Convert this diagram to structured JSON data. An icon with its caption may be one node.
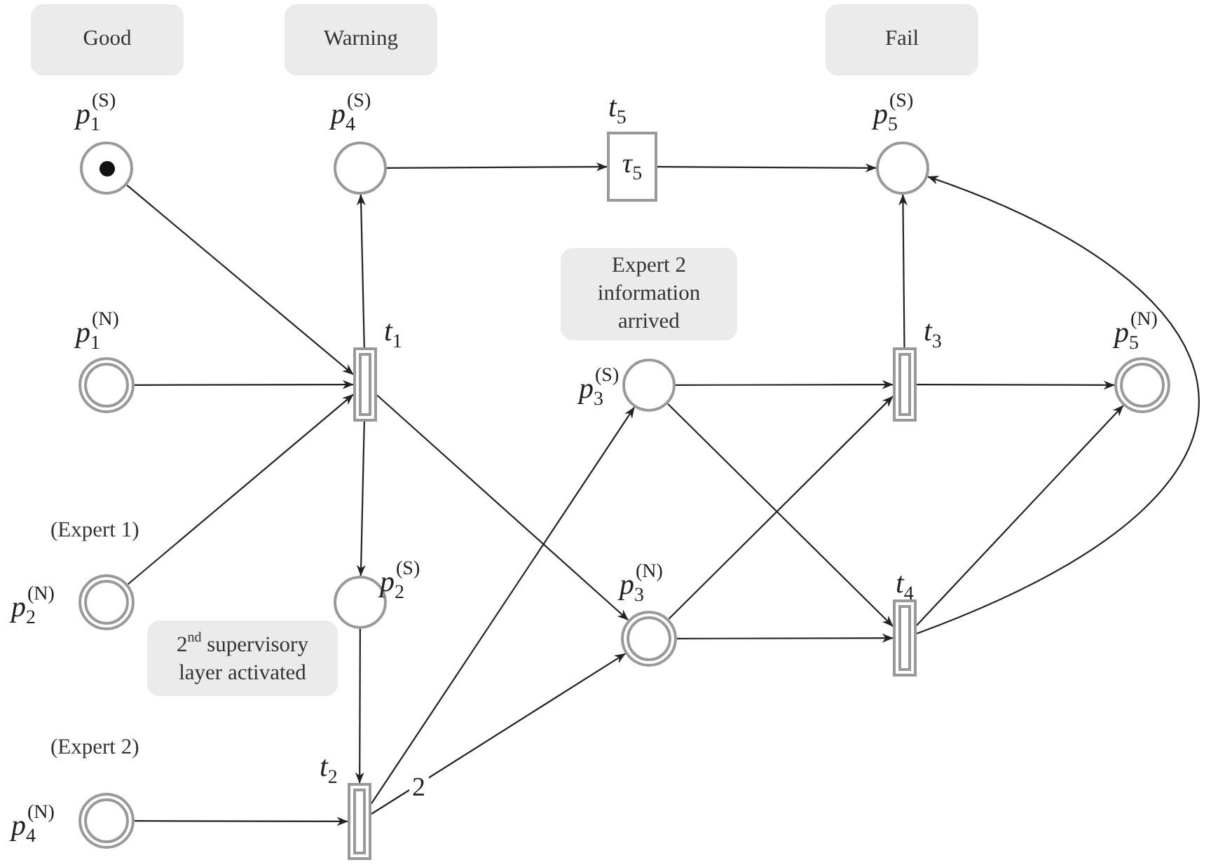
{
  "diagram": {
    "nodes": [
      {
        "text": [
          "Good"
        ]
      },
      {
        "text": [
          "Warning"
        ]
      },
      {
        "text": [
          "Fail"
        ]
      },
      {
        "text": [
          "*p*$_{1}$$^{(S)}$"
        ]
      },
      {
        "text": [
          "*p*$_{4}$$^{(S)}$"
        ]
      },
      {
        "text": [
          "*t*$_{5}$",
          "*τ*$_{5}$"
        ]
      },
      {
        "text": [
          "*p*$_{5}$$^{(S)}$"
        ]
      },
      {
        "text": [
          "*p*$_{1}$$^{(N)}$"
        ]
      },
      {
        "text": [
          "*t*$_{1}$"
        ]
      },
      {
        "text": [
          "Expert 2 information arrived"
        ]
      },
      {
        "text": [
          "*p*$_{3}$$^{(S)}$"
        ]
      },
      {
        "text": [
          "*t*$_{3}$"
        ]
      },
      {
        "text": [
          "*p*$_{5}$$^{(N)}$"
        ]
      },
      {
        "text": [
          "*p*$_{2}$$^{(N)}$"
        ],
        "beside": [
          "(Expert 1)"
        ]
      },
      {
        "text": [
          "*p*$_{2}$$^{(S)}$"
        ]
      },
      {
        "text": [
          "2$^{nd}$ supervisory layer activated"
        ]
      },
      {
        "text": [
          "*p*$_{3}$$^{(N)}$"
        ]
      },
      {
        "text": [
          "*t*$_{4}$"
        ]
      },
      {
        "text": [
          "*p*$_{4}$$^{(N)}$"
        ],
        "beside": [
          "(Expert 2)"
        ]
      },
      {
        "text": [
          "*t*$_{2}$"
        ]
      }
    ],
    "edges": [
      {
        "from": 3,
        "to": 8,
        "arrow": "to"
      },
      {
        "from": 7,
        "to": 8,
        "arrow": "to"
      },
      {
        "from": 13,
        "to": 8,
        "arrow": "to"
      },
      {
        "from": 8,
        "to": 4,
        "arrow": "to"
      },
      {
        "from": 8,
        "to": 14,
        "arrow": "to"
      },
      {
        "from": 8,
        "to": 16,
        "arrow": "to"
      },
      {
        "from": 4,
        "to": 5,
        "arrow": "to"
      },
      {
        "from": 5,
        "to": 6,
        "arrow": "to"
      },
      {
        "from": 14,
        "to": 19,
        "arrow": "to"
      },
      {
        "from": 18,
        "to": 19,
        "arrow": "to"
      },
      {
        "from": 19,
        "to": 10,
        "arrow": "to"
      },
      {
        "from": 19,
        "to": 16,
        "arrow": "to",
        "label": "2"
      },
      {
        "from": 10,
        "to": 11,
        "arrow": "to"
      },
      {
        "from": 10,
        "to": 17,
        "arrow": "to"
      },
      {
        "from": 16,
        "to": 11,
        "arrow": "to"
      },
      {
        "from": 16,
        "to": 17,
        "arrow": "to"
      },
      {
        "from": 11,
        "to": 6,
        "arrow": "to"
      },
      {
        "from": 11,
        "to": 12,
        "arrow": "to"
      },
      {
        "from": 17,
        "to": 12,
        "arrow": "to"
      },
      {
        "from": 17,
        "to": 6,
        "arrow": "to"
      }
    ]
  }
}
